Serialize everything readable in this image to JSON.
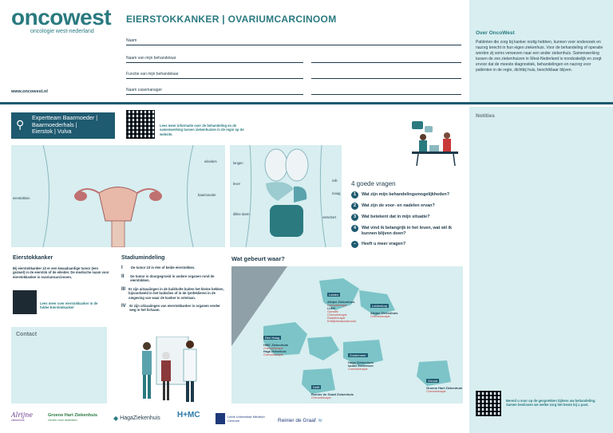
{
  "logo": {
    "name": "oncowest",
    "tagline": "oncologie west-nederland",
    "url": "www.oncowest.nl"
  },
  "header": {
    "title": "EIERSTOKKANKER | OVARIUMCARCINOOM",
    "fields": [
      {
        "label": "Naam"
      },
      {
        "label": "Naam van mijn behandelaar"
      },
      {
        "label": "Functie van mijn behandelaar"
      },
      {
        "label": "Naam casemanager"
      }
    ]
  },
  "about": {
    "title": "Over OncoWest",
    "text": "Patiënten die zorg bij kanker nodig hebben, kunnen voor onderzoek en nazorg terecht in hun eigen ziekenhuis. Voor de behandeling of operatie worden zij soms verwezen naar een ander ziekenhuis. Samenwerking tussen de zes ziekenhuizen in West-Nederland is noodzakelijk en zorgt ervoor dat de meeste diagnostiek, behandelingen en nazorg voor patiënten in de regio, dichtbij huis, beschikbaar blijven."
  },
  "notes": {
    "title": "Notities"
  },
  "expert": {
    "line1": "Expertteam Baarmoeder |",
    "line2": "Baarmoederhals |",
    "line3": "Eierstok | Vulva",
    "qr_text": "Lees meer informatie over de behandeling en de samenwerking tussen ziekenhuizen in de regio op de website."
  },
  "anatomy1": {
    "labels": {
      "eileiders": "eileiders",
      "baarmoeder": "baarmoeder",
      "eierstokken": "eierstokken"
    }
  },
  "anatomy2": {
    "labels": {
      "longen": "longen",
      "lever": "lever",
      "milt": "milt",
      "maag": "maag",
      "dikke_darm": "dikke darm",
      "vetschort": "vetschort"
    }
  },
  "questions": {
    "title": "4 goede vragen",
    "items": [
      {
        "n": "1",
        "text": "Wat zijn mijn behandelingsmogelijkheden?"
      },
      {
        "n": "2",
        "text": "Wat zijn de voor- en nadelen ervan?"
      },
      {
        "n": "3",
        "text": "Wat betekent dat in mijn situatie?"
      },
      {
        "n": "4",
        "text": "Wat vind ik belangrijk in het leven, wat wil ik kunnen blijven doen?"
      },
      {
        "n": "–",
        "text": "Heeft u meer vragen?"
      }
    ]
  },
  "disease": {
    "title": "Eierstokkanker",
    "text": "Bij eierstokkanker zit er een kwaadaardige tumor (een gezwel) in de eierstok of de eileider. De medische naam voor eierstokkanker is ovariumcarcinoom.",
    "folder": "Lees meer over eierstokkanker in de folder Eierstokkanker"
  },
  "stages": {
    "title": "Stadiumindeling",
    "items": [
      {
        "n": "I",
        "text": "De tumor zit in één of beide eierstokken."
      },
      {
        "n": "II",
        "text": "De tumor is doorgegroeid in andere organen rond de eierstokken."
      },
      {
        "n": "III",
        "text": "Er zijn uitzaaiingen in de buikholte buiten het kleine bekken, bijvoorbeeld in het buikvlies of in de lymfeklieren in de omgeving van waar de kanker is ontstaan."
      },
      {
        "n": "IV",
        "text": "Er zijn uitzaaiingen van eierstokkanker in organen verder weg in het lichaam."
      }
    ]
  },
  "contact": {
    "title": "Contact"
  },
  "map": {
    "title": "Wat gebeurt waar?",
    "regions": [
      {
        "city": "Leiden",
        "hospital": "Alrijne Ziekenhuis",
        "items": [
          "Chemotherapie",
          "LUMC",
          "Operatie",
          "Chemotherapie",
          "Radiotherapie",
          "Erfelijkheidsonderzoek"
        ]
      },
      {
        "city": "Leiderdorp",
        "hospital": "Alrijne Ziekenhuis",
        "items": [
          "Chemotherapie"
        ]
      },
      {
        "city": "Den Haag",
        "hospital": "HMC Ziekenhuis",
        "items": [
          "Chemotherapie",
          "Haga Ziekenhuis",
          "Chemotherapie"
        ]
      },
      {
        "city": "Zoetermeer",
        "hospital": "Haga Ziekenhuis",
        "items": [
          "locatie Zoetermeer",
          "Chemotherapie"
        ]
      },
      {
        "city": "Delft",
        "hospital": "Reinier de Graaf Ziekenhuis",
        "items": [
          "Chemotherapie"
        ]
      },
      {
        "city": "Gouda",
        "hospital": "Groene Hart Ziekenhuis",
        "items": [
          "Chemotherapie"
        ]
      }
    ]
  },
  "footer_qr_text": "Bereid u voor op de gesprekken tijdens uw behandeling. Samen beslissen we welke zorg het beste bij u past.",
  "partners": [
    "Alrijne",
    "Groene Hart Ziekenhuis",
    "HagaZiekenhuis",
    "H+MC",
    "Leids Universitair Medisch Centrum",
    "Reinier de Graaf"
  ],
  "partner_sub": {
    "alrijne": "ziekenhuis",
    "ghz": "Groen voor iedereen"
  },
  "colors": {
    "teal": "#2a7a80",
    "pale": "#d8eef0",
    "navy": "#1e3a4a",
    "accent": "#c83a3a"
  }
}
